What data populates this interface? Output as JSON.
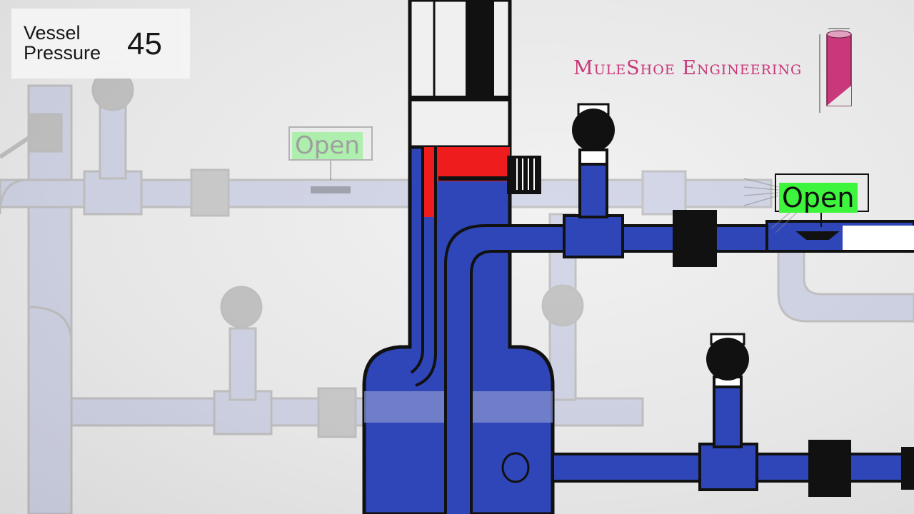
{
  "pressure": {
    "label": "Vessel Pressure",
    "value": "45"
  },
  "brand": {
    "name": "MuleShoe Engineering",
    "color": "#c8387a"
  },
  "valves": {
    "main_status": "Open",
    "background_status": "Open",
    "status_color": "#3cf53c"
  },
  "colors": {
    "fluid": "#2f46b8",
    "level_indicator": "#ee1c1c",
    "background": "#e6e6e6"
  },
  "diagram_icons": [
    "pressure-gauge-icon",
    "gate-valve-icon",
    "muleshoe-sketch-icon",
    "vessel-icon"
  ]
}
